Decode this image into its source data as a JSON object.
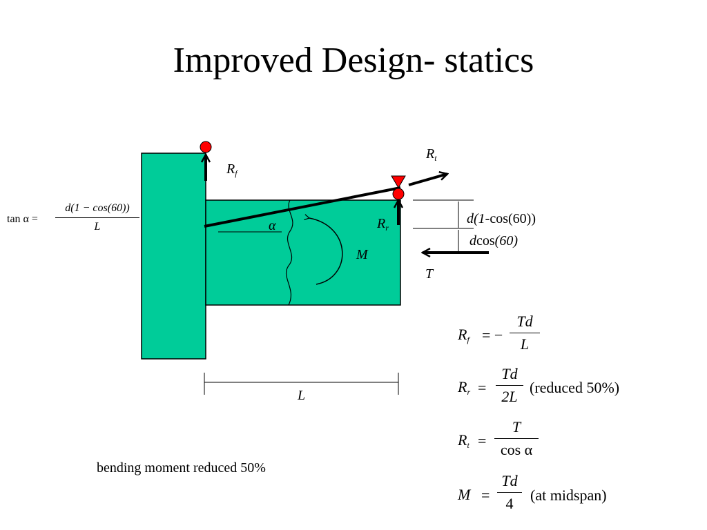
{
  "title": "Improved Design- statics",
  "labels": {
    "Rf_main": "R",
    "Rf_sub": "f",
    "Rt_main": "R",
    "Rt_sub": "t",
    "Rr_main": "R",
    "Rr_sub": "r",
    "alpha": "α",
    "M": "M",
    "T": "T",
    "L": "L",
    "d_top_d": "d",
    "d_top_1": "(1",
    "d_top_rest": "-cos(60))",
    "d_bot_d": "d",
    "d_bot_cos": "cos",
    "d_bot_60": "(60)"
  },
  "tan_equation": {
    "lhs": "tan α  =",
    "numerator": "d(1 − cos(60))",
    "denominator": "L"
  },
  "equations": [
    {
      "lhs_main": "R",
      "lhs_sub": "f",
      "op": "= −",
      "num": "Td",
      "den": "L",
      "note": ""
    },
    {
      "lhs_main": "R",
      "lhs_sub": "r",
      "op": "=",
      "num": "Td",
      "den": "2L",
      "note": "(reduced 50%)"
    },
    {
      "lhs_main": "R",
      "lhs_sub": "t",
      "op": "=",
      "num": "T",
      "den": "cos α",
      "note": ""
    },
    {
      "lhs_main": "M",
      "lhs_sub": "",
      "op": "=",
      "num": "Td",
      "den": "4",
      "note": "(at midspan)"
    }
  ],
  "bending_note": "bending moment reduced 50%",
  "colors": {
    "member_fill": "#00cc99",
    "support_red": "#ff0000",
    "line": "#000000"
  }
}
